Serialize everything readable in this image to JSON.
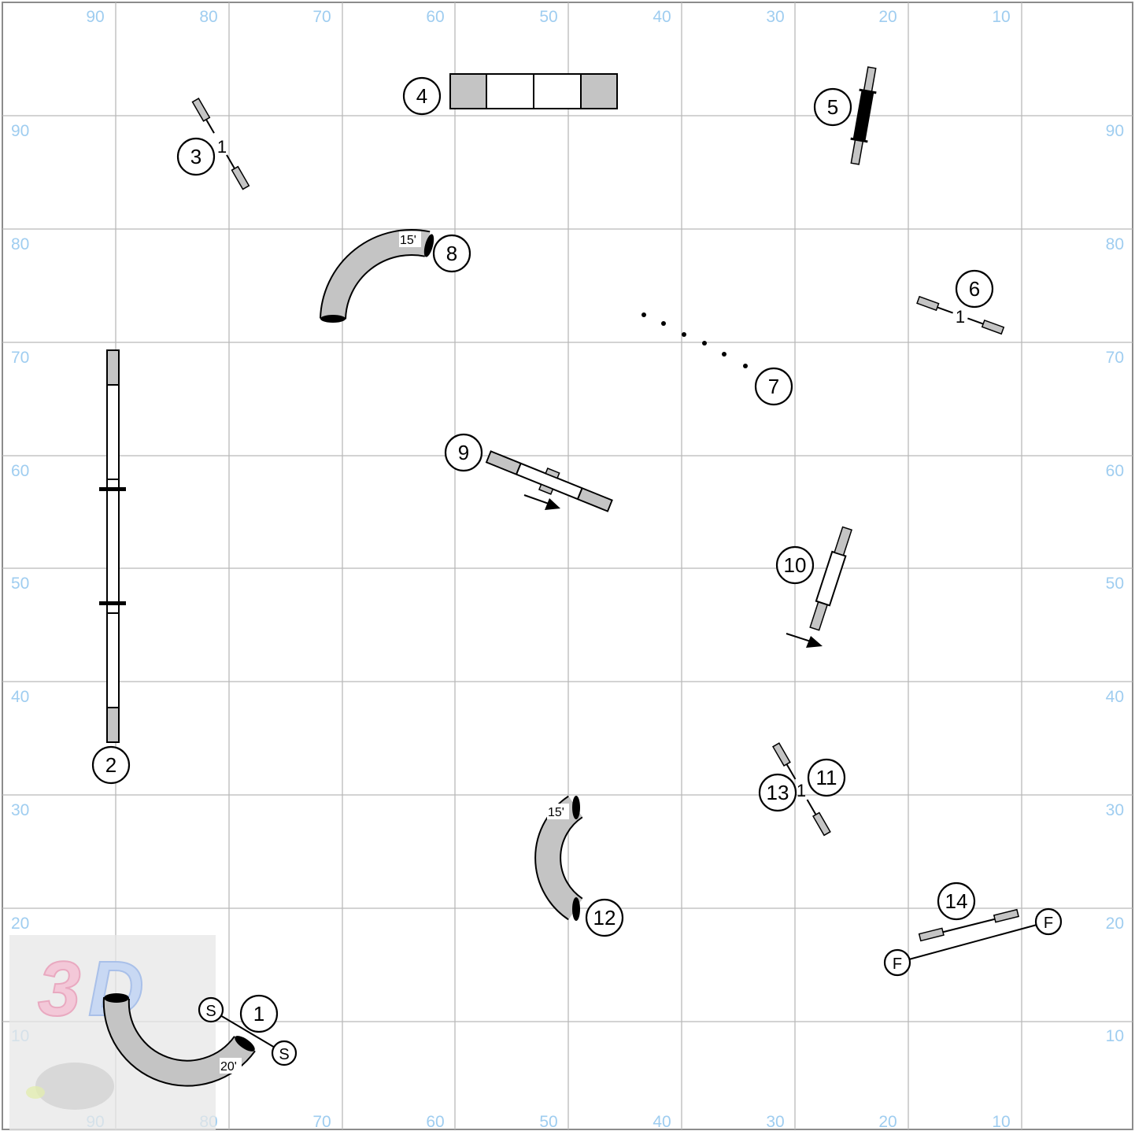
{
  "course_map": {
    "grid": {
      "top_labels": [
        "90",
        "80",
        "70",
        "60",
        "50",
        "40",
        "30",
        "20",
        "10"
      ],
      "bottom_labels": [
        "90",
        "80",
        "70",
        "60",
        "50",
        "40",
        "30",
        "20",
        "10"
      ],
      "left_labels": [
        "90",
        "80",
        "70",
        "60",
        "50",
        "40",
        "30",
        "20",
        "10"
      ],
      "right_labels": [
        "90",
        "80",
        "70",
        "60",
        "50",
        "40",
        "30",
        "20",
        "10"
      ],
      "line_color": "#b9b9b9",
      "label_color": "#9fcdf0"
    },
    "obstacles": [
      {
        "number": "1",
        "type": "jump",
        "start_label": "S",
        "tunnel_length": "20'"
      },
      {
        "number": "2",
        "type": "dog-walk"
      },
      {
        "number": "3",
        "type": "jump",
        "bar_label": "1"
      },
      {
        "number": "4",
        "type": "table"
      },
      {
        "number": "5",
        "type": "tire"
      },
      {
        "number": "6",
        "type": "jump",
        "bar_label": "1"
      },
      {
        "number": "7",
        "type": "weave-poles"
      },
      {
        "number": "8",
        "type": "tunnel",
        "tunnel_length": "15'"
      },
      {
        "number": "9",
        "type": "teeter"
      },
      {
        "number": "10",
        "type": "a-frame"
      },
      {
        "number": "11",
        "type": "jump",
        "bar_label": "1"
      },
      {
        "number": "12",
        "type": "tunnel",
        "tunnel_length": "15'"
      },
      {
        "number": "13",
        "type": "jump"
      },
      {
        "number": "14",
        "type": "jump",
        "finish_label": "F"
      }
    ],
    "colors": {
      "equipment_fill": "#c4c4c4",
      "outline": "#000000"
    }
  }
}
